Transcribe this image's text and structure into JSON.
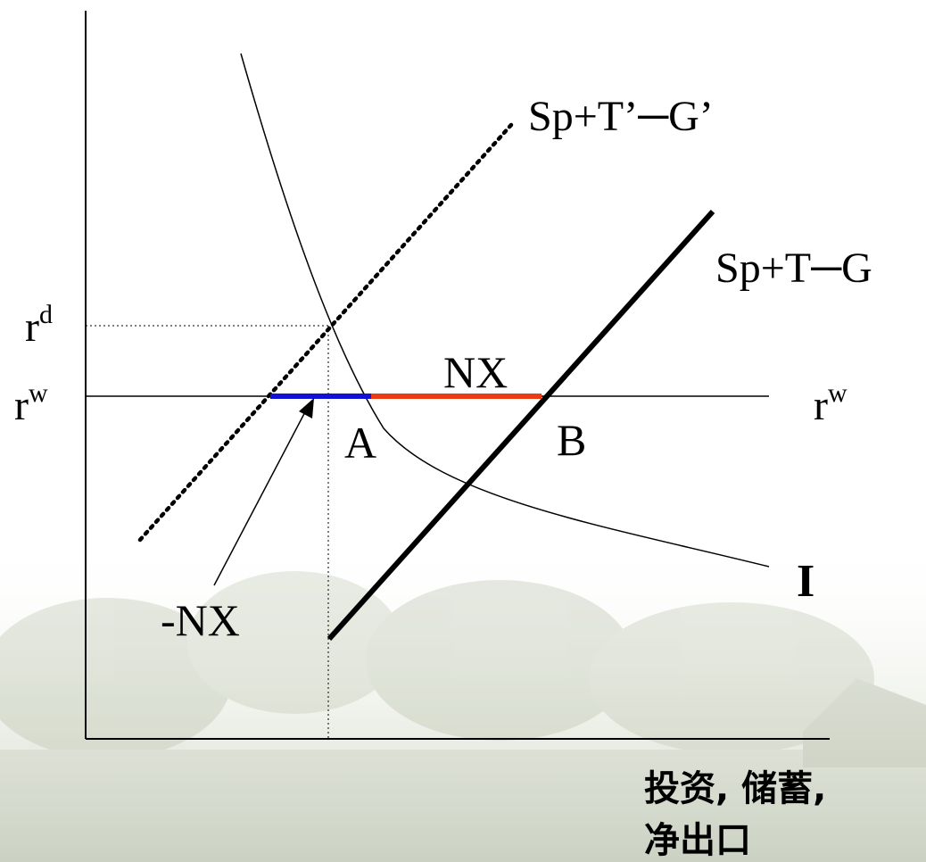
{
  "diagram": {
    "axis_labels": {
      "rd": {
        "base": "r",
        "sup": "d"
      },
      "rw_left": {
        "base": "r",
        "sup": "w"
      },
      "rw_right": {
        "base": "r",
        "sup": "w"
      },
      "x_line1": "投资, 储蓄,",
      "x_line2": "净出口"
    },
    "curve_labels": {
      "savings_shifted": "Sp+T’─G’",
      "savings": "Sp+T─G",
      "investment": "I"
    },
    "point_labels": {
      "a": "A",
      "b": "B"
    },
    "segment_labels": {
      "nx": "NX",
      "neg_nx": "-NX"
    },
    "colors": {
      "neg_nx_segment": "#1212d6",
      "nx_segment": "#ee3a12",
      "background_fade": "#d8ddd0"
    }
  }
}
